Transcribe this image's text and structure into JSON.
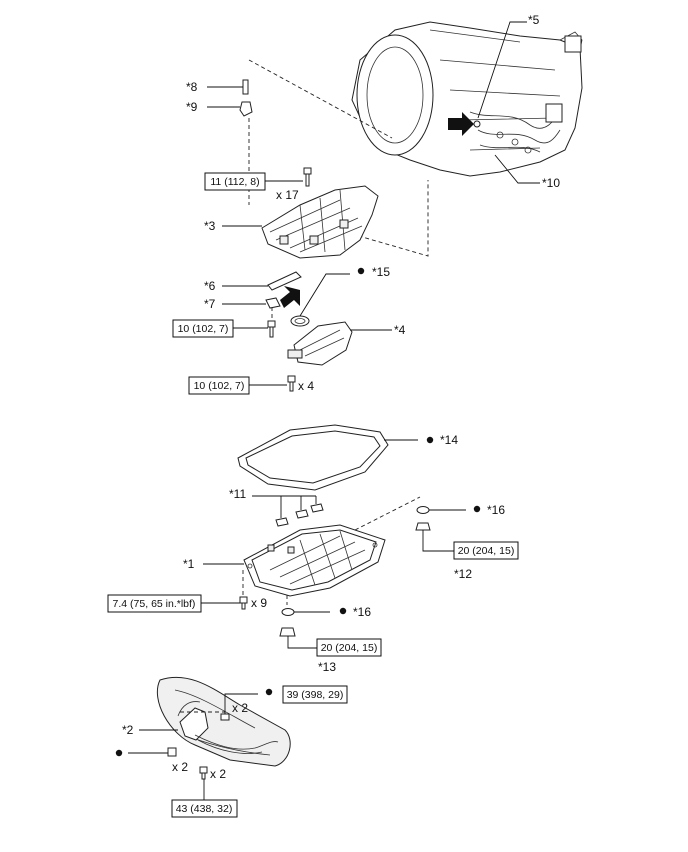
{
  "callouts": {
    "c1": "*1",
    "c2": "*2",
    "c3": "*3",
    "c4": "*4",
    "c5": "*5",
    "c6": "*6",
    "c7": "*7",
    "c8": "*8",
    "c9": "*9",
    "c10": "*10",
    "c11": "*11",
    "c12": "*12",
    "c13": "*13",
    "c14": "*14",
    "c15": "*15",
    "c16a": "*16",
    "c16b": "*16"
  },
  "torque": {
    "valve_body_bolts": "11 (112, 8)",
    "strainer_bolt": "10 (102, 7)",
    "strainer_bolts": "10 (102, 7)",
    "oil_pan_bolts": "7.4 (75, 65 in.*lbf)",
    "drain_plug_side": "20 (204, 15)",
    "drain_plug_bottom": "20 (204, 15)",
    "bracket_bolts_upper": "39 (398, 29)",
    "bracket_bolts_lower": "43 (438, 32)"
  },
  "quantities": {
    "valve_body_bolts": "x 17",
    "strainer_bolts": "x 4",
    "oil_pan_bolts": "x 9",
    "bracket_upper": "x 2",
    "bracket_nuts": "x 2",
    "bracket_lower": "x 2"
  },
  "icons": {
    "non_reusable": "filled-dot-icon",
    "direction": "arrow-icon"
  },
  "colors": {
    "line": "#222222",
    "background": "#ffffff"
  }
}
